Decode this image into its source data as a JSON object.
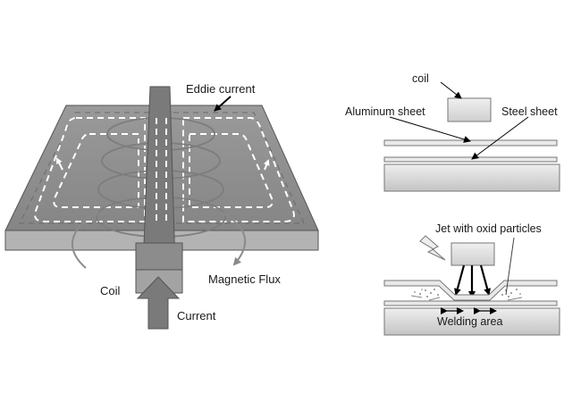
{
  "labels": {
    "eddie_current": "Eddie current",
    "coil_left": "Coil",
    "magnetic_flux": "Magnetic Flux",
    "current": "Current",
    "coil_right": "coil",
    "aluminum_sheet": "Aluminum sheet",
    "steel_sheet": "Steel sheet",
    "jet": "Jet with oxid particles",
    "welding_area": "Welding area"
  },
  "colors": {
    "plate_top": "#8f8f8f",
    "plate_side": "#b3b3b3",
    "conductor": "#7a7a7a",
    "conductor_shaft": "#8c8c8c",
    "coil_block": "#e3e3e3",
    "arrow_current": "#7a7a7a"
  }
}
